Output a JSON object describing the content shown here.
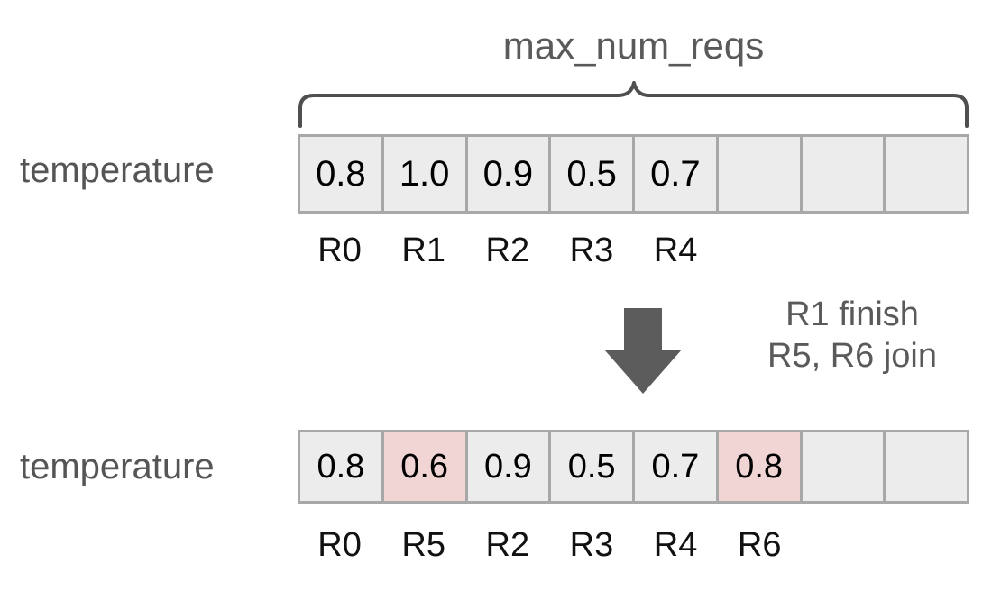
{
  "diagram": {
    "title": "max_num_reqs",
    "capacity": 8,
    "brace_label": "max_num_reqs",
    "highlight_color": "#f1d4d4",
    "cell_color": "#ececec",
    "border_color": "#a8a8a8",
    "arrow_color": "#5c5c5c",
    "label_color": "#555555"
  },
  "before": {
    "row_label": "temperature",
    "cells": [
      {
        "value": "0.8",
        "highlight": false,
        "empty": false
      },
      {
        "value": "1.0",
        "highlight": false,
        "empty": false
      },
      {
        "value": "0.9",
        "highlight": false,
        "empty": false
      },
      {
        "value": "0.5",
        "highlight": false,
        "empty": false
      },
      {
        "value": "0.7",
        "highlight": false,
        "empty": false
      },
      {
        "value": "",
        "highlight": false,
        "empty": true
      },
      {
        "value": "",
        "highlight": false,
        "empty": true
      },
      {
        "value": "",
        "highlight": false,
        "empty": true
      }
    ],
    "ids": [
      "R0",
      "R1",
      "R2",
      "R3",
      "R4",
      "",
      "",
      ""
    ]
  },
  "transition": {
    "lines": [
      "R1 finish",
      "R5, R6 join"
    ],
    "arrow_icon": "arrow-down-icon"
  },
  "after": {
    "row_label": "temperature",
    "cells": [
      {
        "value": "0.8",
        "highlight": false,
        "empty": false
      },
      {
        "value": "0.6",
        "highlight": true,
        "empty": false
      },
      {
        "value": "0.9",
        "highlight": false,
        "empty": false
      },
      {
        "value": "0.5",
        "highlight": false,
        "empty": false
      },
      {
        "value": "0.7",
        "highlight": false,
        "empty": false
      },
      {
        "value": "0.8",
        "highlight": true,
        "empty": false
      },
      {
        "value": "",
        "highlight": false,
        "empty": true
      },
      {
        "value": "",
        "highlight": false,
        "empty": true
      }
    ],
    "ids": [
      "R0",
      "R5",
      "R2",
      "R3",
      "R4",
      "R6",
      "",
      ""
    ]
  }
}
